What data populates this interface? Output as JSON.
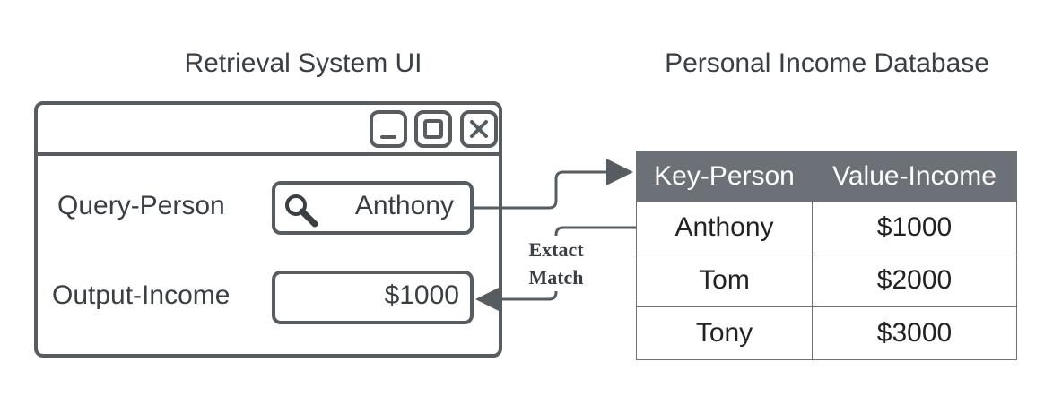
{
  "ui_title": "Retrieval System UI",
  "db_title": "Personal Income Database",
  "window": {
    "query_label": "Query-Person",
    "query_value": "Anthony",
    "output_label": "Output-Income",
    "output_value": "$1000"
  },
  "annotation": {
    "line1": "Extact",
    "line2": "Match"
  },
  "database": {
    "headers": [
      "Key-Person",
      "Value-Income"
    ],
    "rows": [
      [
        "Anthony",
        "$1000"
      ],
      [
        "Tom",
        "$2000"
      ],
      [
        "Tony",
        "$3000"
      ]
    ]
  },
  "colors": {
    "stroke": "#575c61",
    "header_bg": "#6c7178"
  },
  "icons": [
    "minimize-icon",
    "maximize-icon",
    "close-icon",
    "search-icon"
  ]
}
